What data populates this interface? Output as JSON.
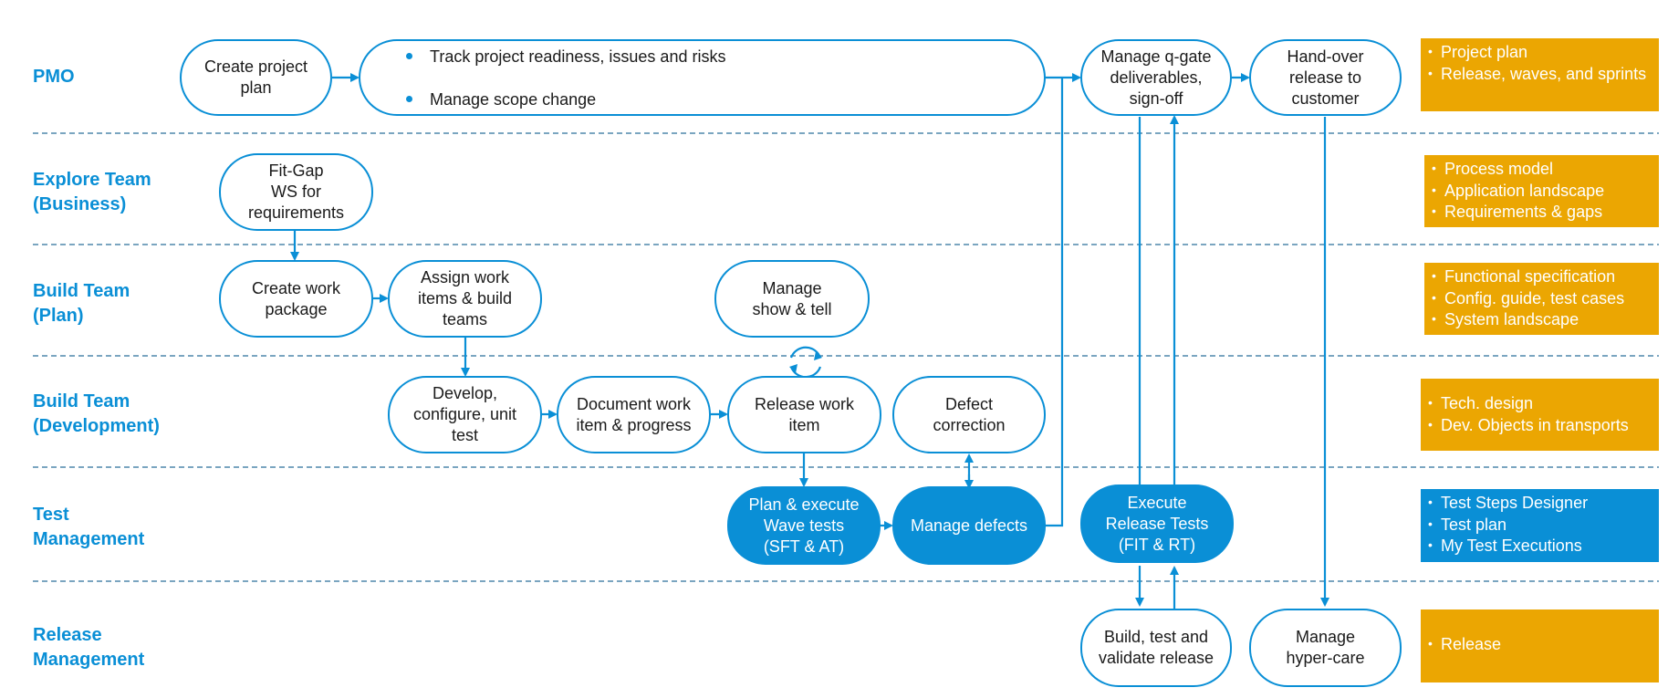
{
  "colors": {
    "accent": "#0a8fd6",
    "orange": "#eba602",
    "text": "#1a1a1a"
  },
  "lanes": [
    {
      "label": "PMO"
    },
    {
      "label": "Explore Team\n(Business)"
    },
    {
      "label": "Build Team\n(Plan)"
    },
    {
      "label": "Build Team\n(Development)"
    },
    {
      "label": "Test\nManagement"
    },
    {
      "label": "Release\nManagement"
    }
  ],
  "steps": {
    "create_project_plan": "Create project\nplan",
    "track_readiness": [
      "Track project readiness, issues and risks",
      "Manage scope change"
    ],
    "manage_qgate": "Manage q-gate\ndeliverables,\nsign-off",
    "handover_release": "Hand-over\nrelease to\ncustomer",
    "fitgap_ws": "Fit-Gap\nWS for\nrequirements",
    "create_work_package": "Create work\npackage",
    "assign_work_items": "Assign work\nitems & build\nteams",
    "manage_show_tell": "Manage\nshow & tell",
    "develop_configure": "Develop,\nconfigure, unit\ntest",
    "document_work_item": "Document work\nitem & progress",
    "release_work_item": "Release work\nitem",
    "defect_correction": "Defect\ncorrection",
    "plan_execute_wave": "Plan & execute\nWave tests\n(SFT & AT)",
    "manage_defects": "Manage defects",
    "execute_release_tests": "Execute\nRelease Tests\n(FIT & RT)",
    "build_test_validate": "Build, test and\nvalidate release",
    "manage_hypercare": "Manage\nhyper-care"
  },
  "deliverables": {
    "pmo": [
      "Project plan",
      "Release, waves, and sprints"
    ],
    "explore": [
      "Process model",
      "Application landscape",
      "Requirements & gaps"
    ],
    "plan": [
      "Functional specification",
      "Config. guide, test cases",
      "System landscape"
    ],
    "development": [
      "Tech. design",
      "Dev. Objects  in transports"
    ],
    "test": [
      "Test Steps Designer",
      "Test plan",
      " My Test Executions"
    ],
    "release": [
      "Release"
    ]
  }
}
